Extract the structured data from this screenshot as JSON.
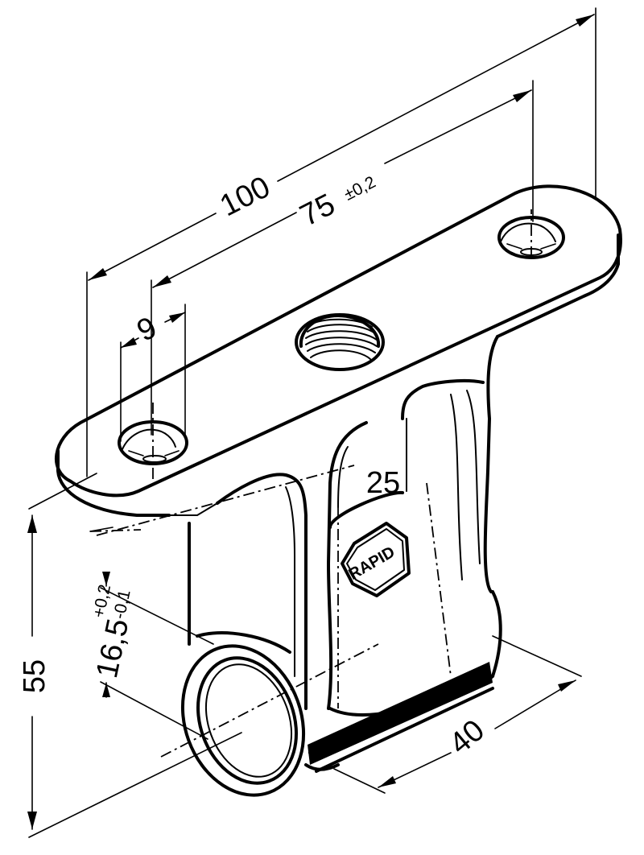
{
  "dimensions": {
    "overall_length": "100",
    "hole_spacing": "75",
    "hole_spacing_tol": "±0,2",
    "hole_diameter": "9",
    "height": "55",
    "bore": "16,5",
    "bore_tol_upper": "+0,2",
    "bore_tol_lower": "-0,1",
    "width": "40"
  },
  "marks": {
    "size_mark": "25",
    "brand_logo": "RAPID"
  },
  "colors": {
    "line": "#000000",
    "background": "#ffffff"
  }
}
